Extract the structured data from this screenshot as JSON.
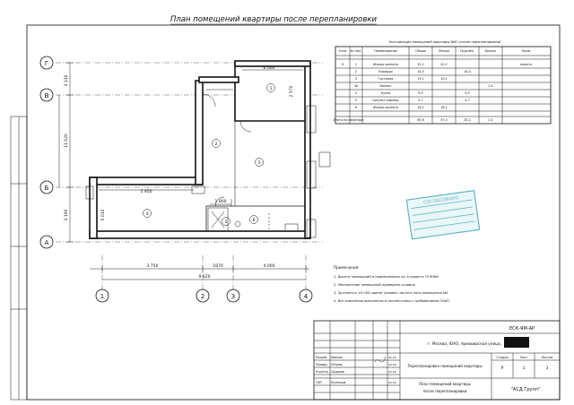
{
  "sheet": {
    "title": "План помещений квартиры после перепланировки"
  },
  "axes": {
    "horizontal": [
      "1",
      "2",
      "3",
      "4"
    ],
    "vertical": [
      "Г",
      "В",
      "Б",
      "А"
    ]
  },
  "dimensions": {
    "bottom_segments": [
      "3 750",
      "1870",
      "4 000"
    ],
    "bottom_total": "9 620",
    "left_segments": [
      "3 110",
      "11 020",
      "3 190"
    ],
    "room_widths": [
      "6 000",
      "5 950",
      "1 800"
    ],
    "left_depth": "5 010",
    "right_depth": "2 570"
  },
  "rooms": [
    {
      "num": "1"
    },
    {
      "num": "2"
    },
    {
      "num": "3"
    },
    {
      "num": "4"
    },
    {
      "num": "5"
    },
    {
      "num": "6"
    }
  ],
  "room_table": {
    "title": "Экспликация помещений квартиры №90 (после перепланировки)",
    "headers": [
      "Этаж",
      "№ пом.",
      "Наименование",
      "Общая",
      "Жилая",
      "Подсобн.",
      "Балкон",
      "Прим."
    ],
    "rows": [
      [
        "9",
        "1",
        "Жилая комната",
        "20,2",
        "20,2",
        "",
        "",
        "перепл."
      ],
      [
        "",
        "2",
        "Коридор",
        "14,0",
        "",
        "14,0",
        "",
        ""
      ],
      [
        "",
        "3",
        "Гостиная",
        "19,1",
        "19,1",
        "",
        "",
        ""
      ],
      [
        "",
        "3а",
        "Балкон",
        "",
        "",
        "",
        "2,4",
        ""
      ],
      [
        "",
        "4",
        "Кухня",
        "9,5",
        "",
        "9,5",
        "",
        ""
      ],
      [
        "",
        "5",
        "Санузел совмещ.",
        "4,7",
        "",
        "4,7",
        "",
        ""
      ],
      [
        "",
        "6",
        "Жилая комната",
        "18,1",
        "18,1",
        "",
        "",
        ""
      ]
    ],
    "total_label": "Итого по квартире:",
    "total_values": [
      "85,6",
      "57,4",
      "28,2",
      "2,4"
    ]
  },
  "notes": {
    "heading": "Примечания:",
    "items": [
      "1. Высота помещений и наименования см. в проекте ГУ МЖИ",
      "2. Обозначение помещений приведено условно",
      "3. За отметку ±0,000 принят уровень чистого пола помещения №1",
      "4. Все изменения выполнены в соответствии с требованиями СНиП"
    ]
  },
  "title_block": {
    "code": "ЕСК-ЯМ-АР",
    "address": "г. Москва, ЮАО, Армавирская улица,",
    "project_name": "Перепланировка помещений квартиры",
    "sheet_name_1": "План помещений квартиры",
    "sheet_name_2": "после перепланировки",
    "stage_header": "Стадия",
    "sheet_header": "Лист",
    "sheets_header": "Листов",
    "stage": "Р",
    "sheet_no": "1",
    "sheets_total": "3",
    "company": "\"АСД Групп\"",
    "roles": [
      "Разраб.",
      "Провер.",
      "Н.контр.",
      "ГИП"
    ],
    "names": [
      "Иванов",
      "Петров",
      "Сидоров",
      "Кузнецов"
    ],
    "dates": [
      "03.18",
      "03.18",
      "03.18",
      "03.18"
    ]
  },
  "stamp": {
    "text": "СОГЛАСОВАНО"
  }
}
